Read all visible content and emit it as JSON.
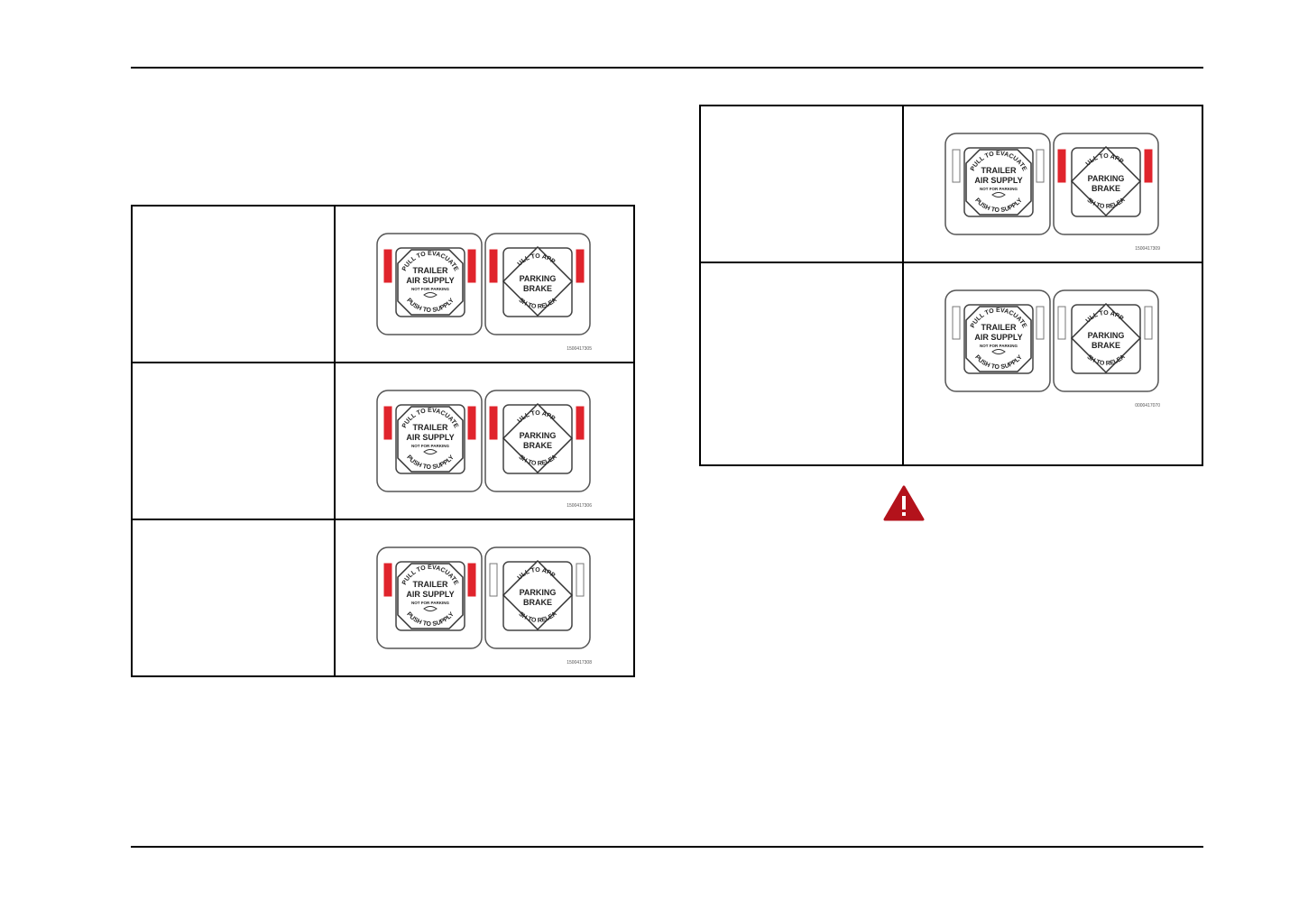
{
  "icons": {
    "warning": "warning-triangle-icon",
    "warning_color": "#b3121b",
    "indicator_on_color": "#e0242c"
  },
  "valve_panel": {
    "trailer": {
      "top_arc": "PULL TO EVACUATE",
      "line1": "TRAILER",
      "line2": "AIR SUPPLY",
      "line3": "NOT FOR PARKING",
      "bottom_arc": "PUSH TO SUPPLY"
    },
    "parking": {
      "top_arc": "PULL TO APPLY",
      "line1": "PARKING",
      "line2": "BRAKE",
      "bottom_arc": "PUSH TO RELEASE"
    }
  },
  "rows_left": [
    {
      "figure_id": "1500417305",
      "trailer_lit": true,
      "parking_lit": true
    },
    {
      "figure_id": "1500417306",
      "trailer_lit": true,
      "parking_lit": true
    },
    {
      "figure_id": "1500417308",
      "trailer_lit": true,
      "parking_lit": false
    }
  ],
  "rows_right": [
    {
      "figure_id": "1500417309",
      "trailer_lit": false,
      "parking_lit": true
    },
    {
      "figure_id": "0000417070",
      "trailer_lit": false,
      "parking_lit": false
    }
  ]
}
